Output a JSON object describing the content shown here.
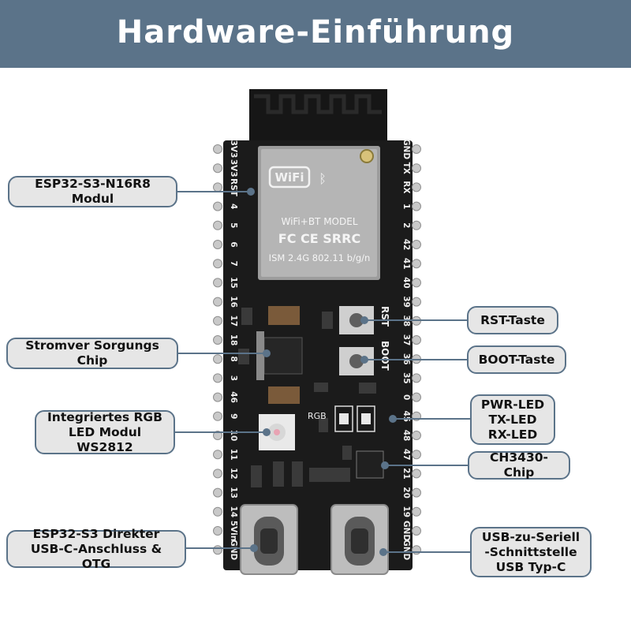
{
  "header": {
    "title": "Hardware-Einführung"
  },
  "colors": {
    "banner": "#5b7389",
    "board": "#1b1b1b",
    "label_bg": "#e6e6e6",
    "label_border": "#5b7389",
    "pin": "#c9c9c9"
  },
  "module": {
    "wifi_badge": "WiFi",
    "model_line": "WiFi+BT MODEL",
    "cert_line": "FC CE SRRC",
    "ism_line": "ISM 2.4G 802.11 b/g/n"
  },
  "board_text": {
    "rst": "RST",
    "boot": "BOOT",
    "rgb": "RGB"
  },
  "pins_left": [
    "3V3",
    "3V3",
    "RST",
    "4",
    "5",
    "6",
    "7",
    "15",
    "16",
    "17",
    "18",
    "8",
    "3",
    "46",
    "9",
    "10",
    "11",
    "12",
    "13",
    "14",
    "5Vin",
    "GND"
  ],
  "pins_right": [
    "GND",
    "TX",
    "RX",
    "1",
    "2",
    "42",
    "41",
    "40",
    "39",
    "38",
    "37",
    "36",
    "35",
    "0",
    "45",
    "48",
    "47",
    "21",
    "20",
    "19",
    "GND",
    "GND"
  ],
  "labels": {
    "module": "ESP32-S3-N16R8 Modul",
    "power_chip": "Stromver Sorgungs Chip",
    "rgb_led": "Integriertes RGB\nLED Modul WS2812",
    "usb_otg": "ESP32-S3 Direkter\nUSB-C-Anschluss & OTG",
    "rst_button": "RST-Taste",
    "boot_button": "BOOT-Taste",
    "status_leds": "PWR-LED\nTX-LED\nRX-LED",
    "ch343_chip": "CH3430-Chip",
    "usb_serial": "USB-zu-Seriell\n-Schnittstelle\nUSB Typ-C"
  }
}
